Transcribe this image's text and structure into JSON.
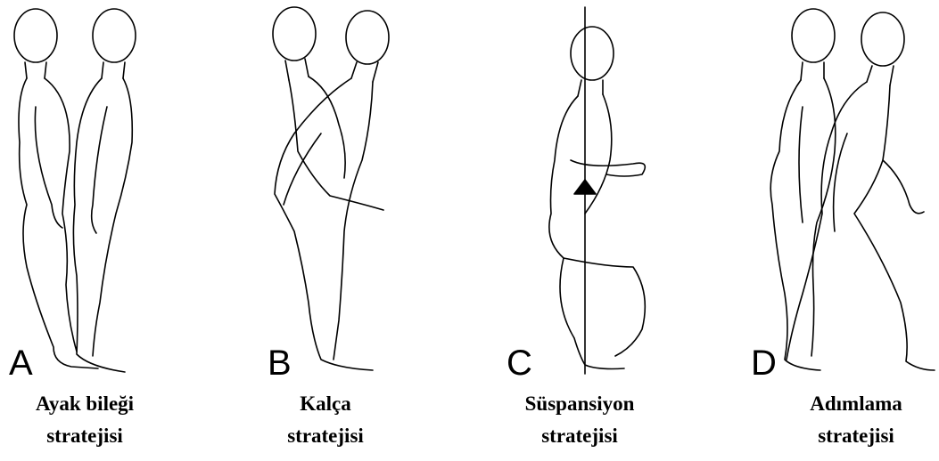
{
  "panels": [
    {
      "letter": "A",
      "caption_line1": "Ayak bileği",
      "caption_line2": "stratejisi"
    },
    {
      "letter": "B",
      "caption_line1": "Kalça",
      "caption_line2": "stratejisi"
    },
    {
      "letter": "C",
      "caption_line1": "Süspansiyon",
      "caption_line2": "stratejisi"
    },
    {
      "letter": "D",
      "caption_line1": "Adımlama",
      "caption_line2": "stratejisi"
    }
  ],
  "colors": {
    "line": "#000000",
    "background": "#ffffff"
  }
}
